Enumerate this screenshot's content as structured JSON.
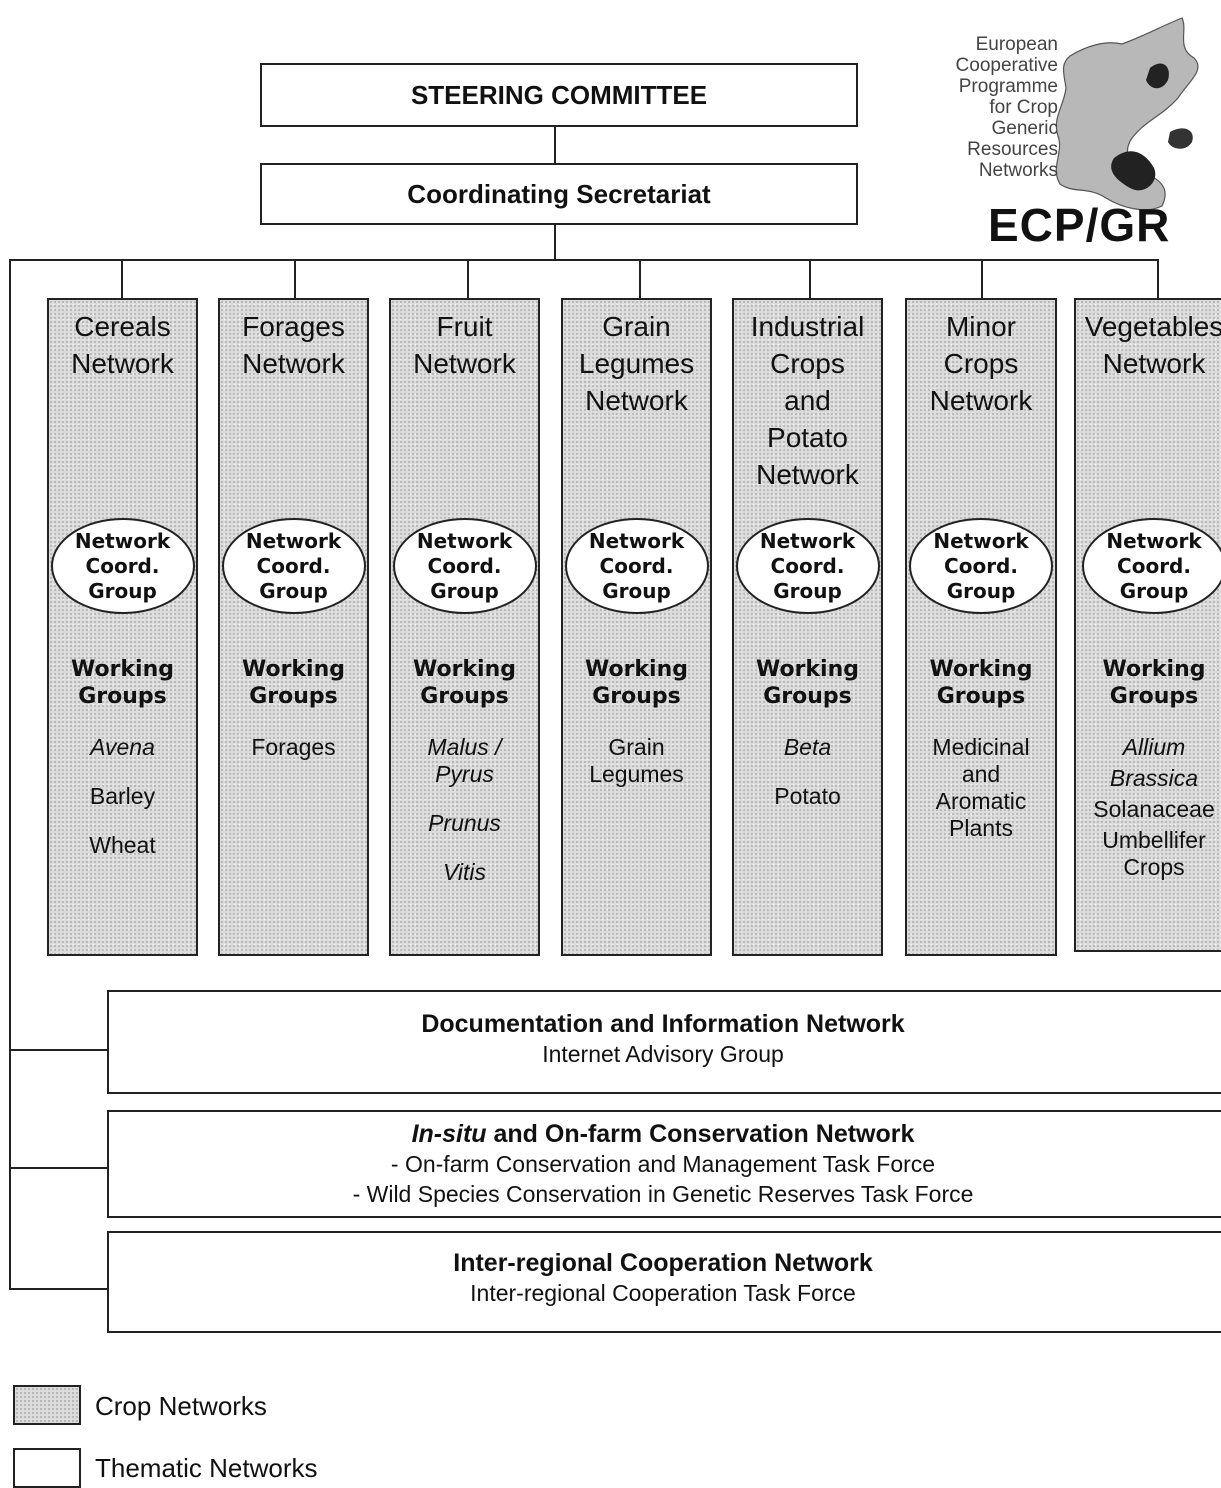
{
  "steering_committee": "STEERING COMMITTEE",
  "coordinating_secretariat": "Coordinating Secretariat",
  "logo": {
    "text": "European\nCooperative\nProgramme\nfor Crop\nGeneric\nResources\nNetworks",
    "acronym": "ECP/GR"
  },
  "crop_networks": [
    {
      "title": "Cereals\nNetwork",
      "coord": "Network\nCoord.\nGroup",
      "wg_label": "Working\nGroups",
      "groups": [
        {
          "text": "Avena",
          "italic": true
        },
        {
          "text": "Barley",
          "italic": false
        },
        {
          "text": "Wheat",
          "italic": false
        }
      ]
    },
    {
      "title": "Forages\nNetwork",
      "coord": "Network\nCoord.\nGroup",
      "wg_label": "Working\nGroups",
      "groups": [
        {
          "text": "Forages",
          "italic": false
        }
      ]
    },
    {
      "title": "Fruit\nNetwork",
      "coord": "Network\nCoord.\nGroup",
      "wg_label": "Working\nGroups",
      "groups": [
        {
          "text": "Malus /\nPyrus",
          "italic": true
        },
        {
          "text": "Prunus",
          "italic": true
        },
        {
          "text": "Vitis",
          "italic": true
        }
      ]
    },
    {
      "title": "Grain\nLegumes\nNetwork",
      "coord": "Network\nCoord.\nGroup",
      "wg_label": "Working\nGroups",
      "groups": [
        {
          "text": "Grain\nLegumes",
          "italic": false
        }
      ]
    },
    {
      "title": "Industrial\nCrops\nand\nPotato\nNetwork",
      "coord": "Network\nCoord.\nGroup",
      "wg_label": "Working\nGroups",
      "groups": [
        {
          "text": "Beta",
          "italic": true
        },
        {
          "text": "Potato",
          "italic": false
        }
      ]
    },
    {
      "title": "Minor\nCrops\nNetwork",
      "coord": "Network\nCoord.\nGroup",
      "wg_label": "Working\nGroups",
      "groups": [
        {
          "text": "Medicinal\nand\nAromatic\nPlants",
          "italic": false
        }
      ]
    },
    {
      "title": "Vegetables\nNetwork",
      "coord": "Network\nCoord.\nGroup",
      "wg_label": "Working\nGroups",
      "groups": [
        {
          "text": "Allium",
          "italic": true
        },
        {
          "text": "Brassica",
          "italic": true
        },
        {
          "text": "Solanaceae",
          "italic": false
        },
        {
          "text": "Umbellifer\nCrops",
          "italic": false
        }
      ]
    }
  ],
  "thematic_networks": {
    "documentation": {
      "title": "Documentation and Information Network",
      "lines": [
        "Internet Advisory Group"
      ]
    },
    "insitu": {
      "title_italic": "In-situ",
      "title_rest": " and On-farm Conservation Network",
      "lines": [
        "- On-farm Conservation and Management Task Force",
        "- Wild Species Conservation in Genetic Reserves Task Force"
      ]
    },
    "interregional": {
      "title": "Inter-regional Cooperation Network",
      "lines": [
        "Inter-regional Cooperation Task Force"
      ]
    }
  },
  "legend": {
    "crop": "Crop Networks",
    "thematic": "Thematic Networks"
  }
}
